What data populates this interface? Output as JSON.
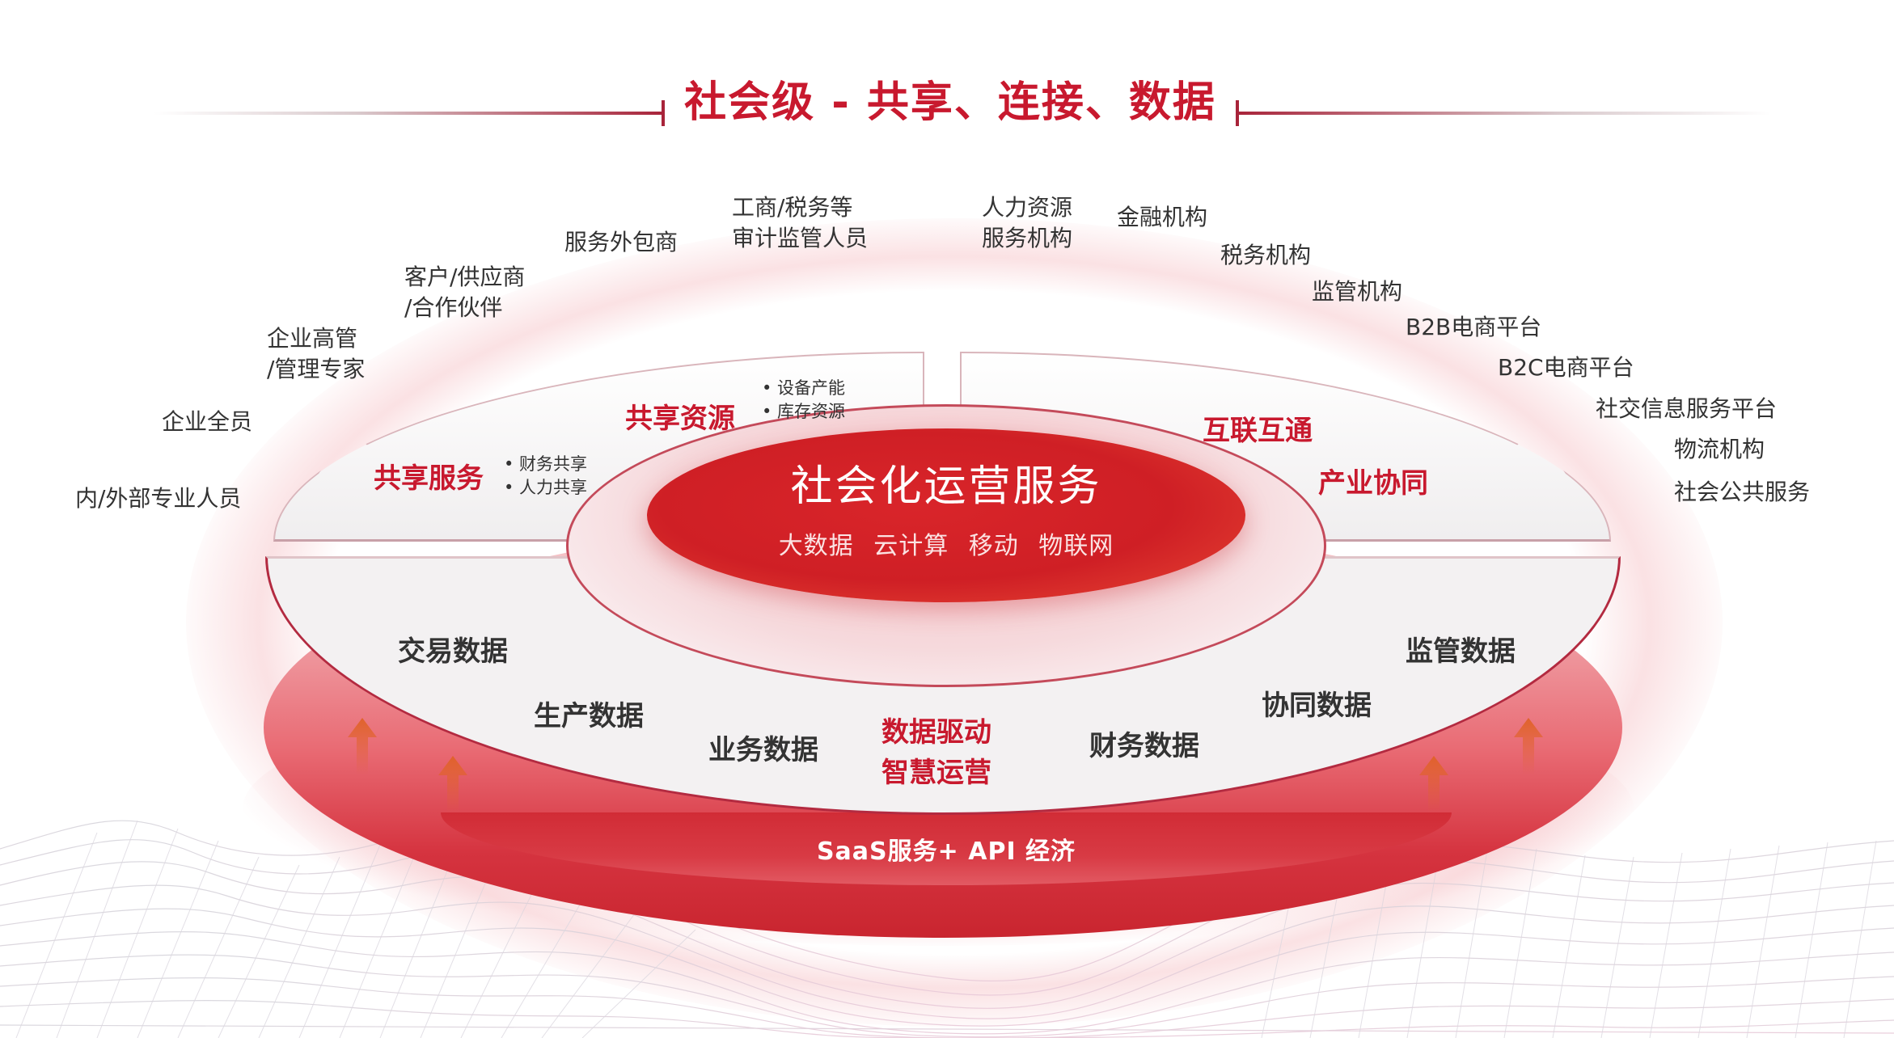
{
  "title": "社会级 - 共享、连接、数据",
  "core": {
    "title": "社会化运营服务",
    "technologies": [
      "大数据",
      "云计算",
      "移动",
      "物联网"
    ],
    "technologies_text": "大数据 云计算 移动 物联网"
  },
  "upper_left_quadrant": {
    "shared_resources": {
      "label": "共享资源",
      "items": [
        "• 设备产能",
        "• 库存资源"
      ]
    },
    "shared_services": {
      "label": "共享服务",
      "items": [
        "• 财务共享",
        "• 人力共享"
      ]
    }
  },
  "upper_right_quadrant": {
    "labels": [
      "互联互通",
      "产业协同"
    ]
  },
  "lower_band": {
    "data_types": [
      "交易数据",
      "生产数据",
      "业务数据",
      "财务数据",
      "协同数据",
      "监管数据"
    ],
    "center_slogan": [
      "数据驱动",
      "智慧运营"
    ]
  },
  "base_band": {
    "label": "SaaS服务+ API 经济"
  },
  "outer_participants_left": [
    {
      "lines": [
        "内/外部专业人员"
      ]
    },
    {
      "lines": [
        "企业全员"
      ]
    },
    {
      "lines": [
        "企业高管",
        "/管理专家"
      ]
    },
    {
      "lines": [
        "客户/供应商",
        "/合作伙伴"
      ]
    },
    {
      "lines": [
        "服务外包商"
      ]
    },
    {
      "lines": [
        "工商/税务等",
        "审计监管人员"
      ]
    }
  ],
  "outer_participants_right": [
    {
      "lines": [
        "人力资源",
        "服务机构"
      ]
    },
    {
      "lines": [
        "金融机构"
      ]
    },
    {
      "lines": [
        "税务机构"
      ]
    },
    {
      "lines": [
        "监管机构"
      ]
    },
    {
      "lines": [
        "B2B电商平台"
      ]
    },
    {
      "lines": [
        "B2C电商平台"
      ]
    },
    {
      "lines": [
        "社交信息服务平台"
      ]
    },
    {
      "lines": [
        "物流机构"
      ]
    },
    {
      "lines": [
        "社会公共服务"
      ]
    }
  ],
  "icons": {
    "arrows": "arrow-up-icon"
  },
  "colors": {
    "accent_red": "#c8192e",
    "core_red": "#d9252a",
    "arrow_orange": "#e0622a",
    "text_dark": "#333333"
  }
}
